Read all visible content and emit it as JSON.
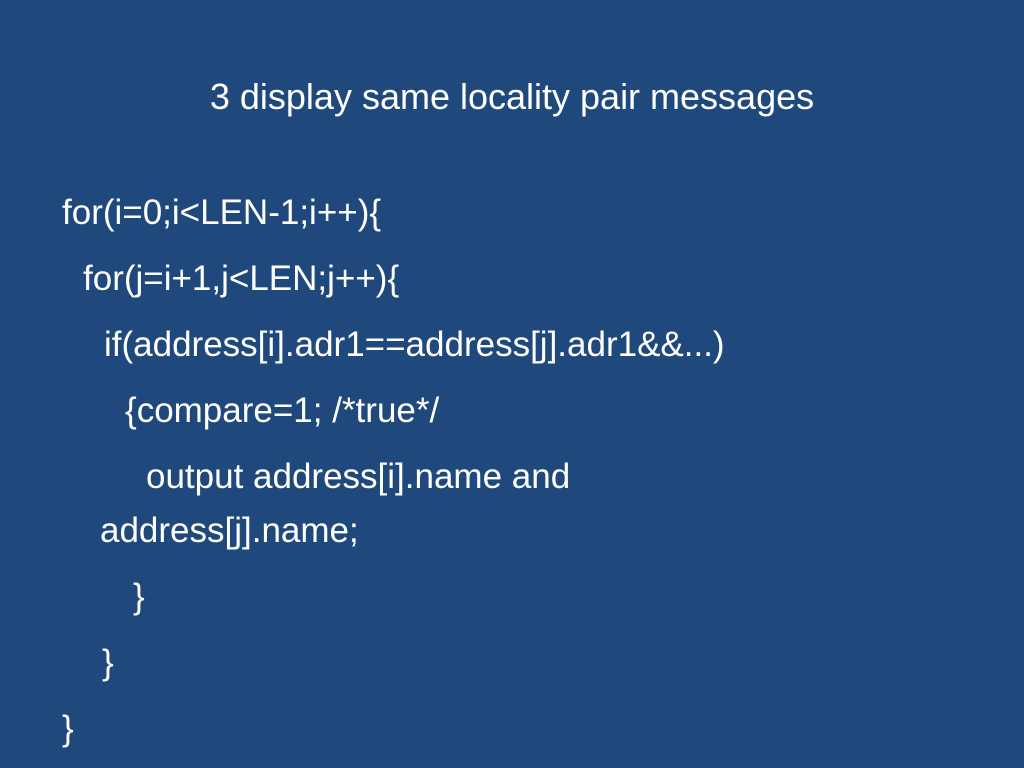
{
  "slide": {
    "title": "3 display same locality pair messages",
    "code_lines": [
      "for(i=0;i<LEN-1;i++){",
      "for(j=i+1,j<LEN;j++){",
      "if(address[i].adr1==address[j].adr1&&...)",
      "{compare=1; /*true*/",
      "output address[i].name and",
      "address[j].name;",
      "}",
      "}",
      "}"
    ]
  },
  "colors": {
    "background": "#1f497d",
    "text": "#ffffff"
  }
}
